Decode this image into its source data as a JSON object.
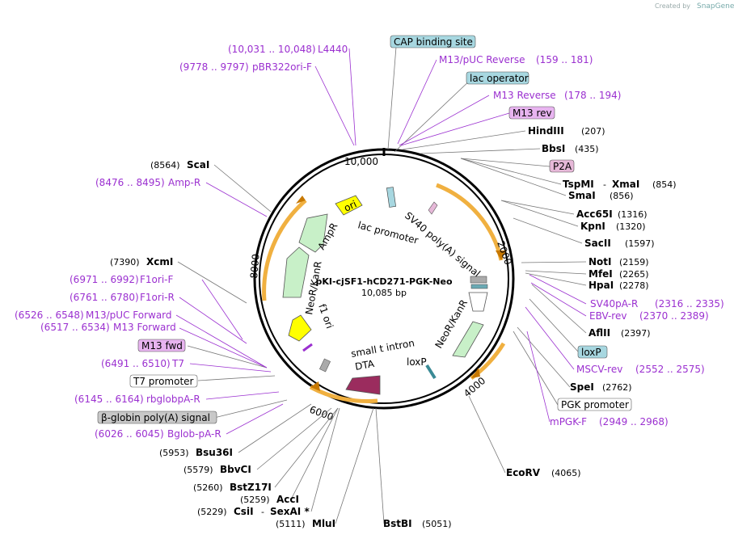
{
  "credit": {
    "text": "Created by",
    "brand": "SnapGene"
  },
  "map": {
    "name": "pKI-cjSF1-hCD271-PGK-Neo",
    "length": "10,085 bp"
  },
  "ticks": [
    "10,000",
    "2000",
    "4000",
    "6000",
    "8000"
  ],
  "sites": [
    {
      "name": "HindIII",
      "pos": "(207)"
    },
    {
      "name": "BbsI",
      "pos": "(435)"
    },
    {
      "name": "TspMI",
      "sep": "-",
      "name2": "XmaI",
      "pos": "(854)"
    },
    {
      "name": "SmaI",
      "pos": "(856)"
    },
    {
      "name": "Acc65I",
      "pos": "(1316)"
    },
    {
      "name": "KpnI",
      "pos": "(1320)"
    },
    {
      "name": "SacII",
      "pos": "(1597)"
    },
    {
      "name": "NotI",
      "pos": "(2159)"
    },
    {
      "name": "MfeI",
      "pos": "(2265)"
    },
    {
      "name": "HpaI",
      "pos": "(2278)"
    },
    {
      "name": "AflII",
      "pos": "(2397)"
    },
    {
      "name": "SpeI",
      "pos": "(2762)"
    },
    {
      "name": "EcoRV",
      "pos": "(4065)"
    },
    {
      "name": "BstBI",
      "pos": "(5051)"
    },
    {
      "name": "MluI",
      "pos": "(5111)"
    },
    {
      "name": "CsiI",
      "sep": "-",
      "name2": "SexAI *",
      "pos": "(5229)"
    },
    {
      "name": "AccI",
      "pos": "(5259)"
    },
    {
      "name": "BstZ17I",
      "pos": "(5260)"
    },
    {
      "name": "BbvCI",
      "pos": "(5579)"
    },
    {
      "name": "Bsu36I",
      "pos": "(5953)"
    },
    {
      "name": "XcmI",
      "pos": "(7390)"
    },
    {
      "name": "ScaI",
      "pos": "(8564)"
    }
  ],
  "primers": [
    {
      "name": "L4440",
      "range": "(10,031 .. 10,048)"
    },
    {
      "name": "pBR322ori-F",
      "range": "(9778 .. 9797)"
    },
    {
      "name": "M13/pUC Reverse",
      "range": "(159 .. 181)"
    },
    {
      "name": "M13 Reverse",
      "range": "(178 .. 194)"
    },
    {
      "name": "SV40pA-R",
      "range": "(2316 .. 2335)"
    },
    {
      "name": "EBV-rev",
      "range": "(2370 .. 2389)"
    },
    {
      "name": "MSCV-rev",
      "range": "(2552 .. 2575)"
    },
    {
      "name": "mPGK-F",
      "range": "(2949 .. 2968)"
    },
    {
      "name": "Amp-R",
      "range": "(8476 .. 8495)"
    },
    {
      "name": "F1ori-F",
      "range": "(6971 .. 6992)"
    },
    {
      "name": "F1ori-R",
      "range": "(6761 .. 6780)"
    },
    {
      "name": "M13/pUC Forward",
      "range": "(6526 .. 6548)"
    },
    {
      "name": "M13 Forward",
      "range": "(6517 .. 6534)"
    },
    {
      "name": "T7",
      "range": "(6491 .. 6510)"
    },
    {
      "name": "rbglobpA-R",
      "range": "(6145 .. 6164)"
    },
    {
      "name": "Bglob-pA-R",
      "range": "(6026 .. 6045)"
    }
  ],
  "boxes": {
    "cap": "CAP binding site",
    "lac_operator": "lac operator",
    "m13_rev": "M13 rev",
    "p2a": "P2A",
    "loxp": "loxP",
    "pgk": "PGK promoter",
    "m13_fwd": "M13 fwd",
    "t7": "T7 promoter",
    "bglobin": "β-globin poly(A) signal"
  },
  "features": {
    "ori": "ori",
    "lac_promoter": "lac promoter",
    "ampr": "AmpR",
    "neo_left": "NeoR/KanR",
    "f1ori": "f1 ori",
    "sv40": "SV40 poly(A) signal",
    "neo_right": "NeoR/KanR",
    "loxp_in": "loxP",
    "small_t": "small t intron",
    "dta": "DTA"
  },
  "colors": {
    "purple": "#9b30d0",
    "orange": "#f0b040",
    "green": "#c8f0c8",
    "yellow": "#ffff00",
    "dta": "#9b2c5e",
    "box_blue": "#a7d7e0",
    "box_pink": "#e6b8d8",
    "box_purple": "#e8b4f0",
    "box_gray": "#c8c8c8"
  }
}
